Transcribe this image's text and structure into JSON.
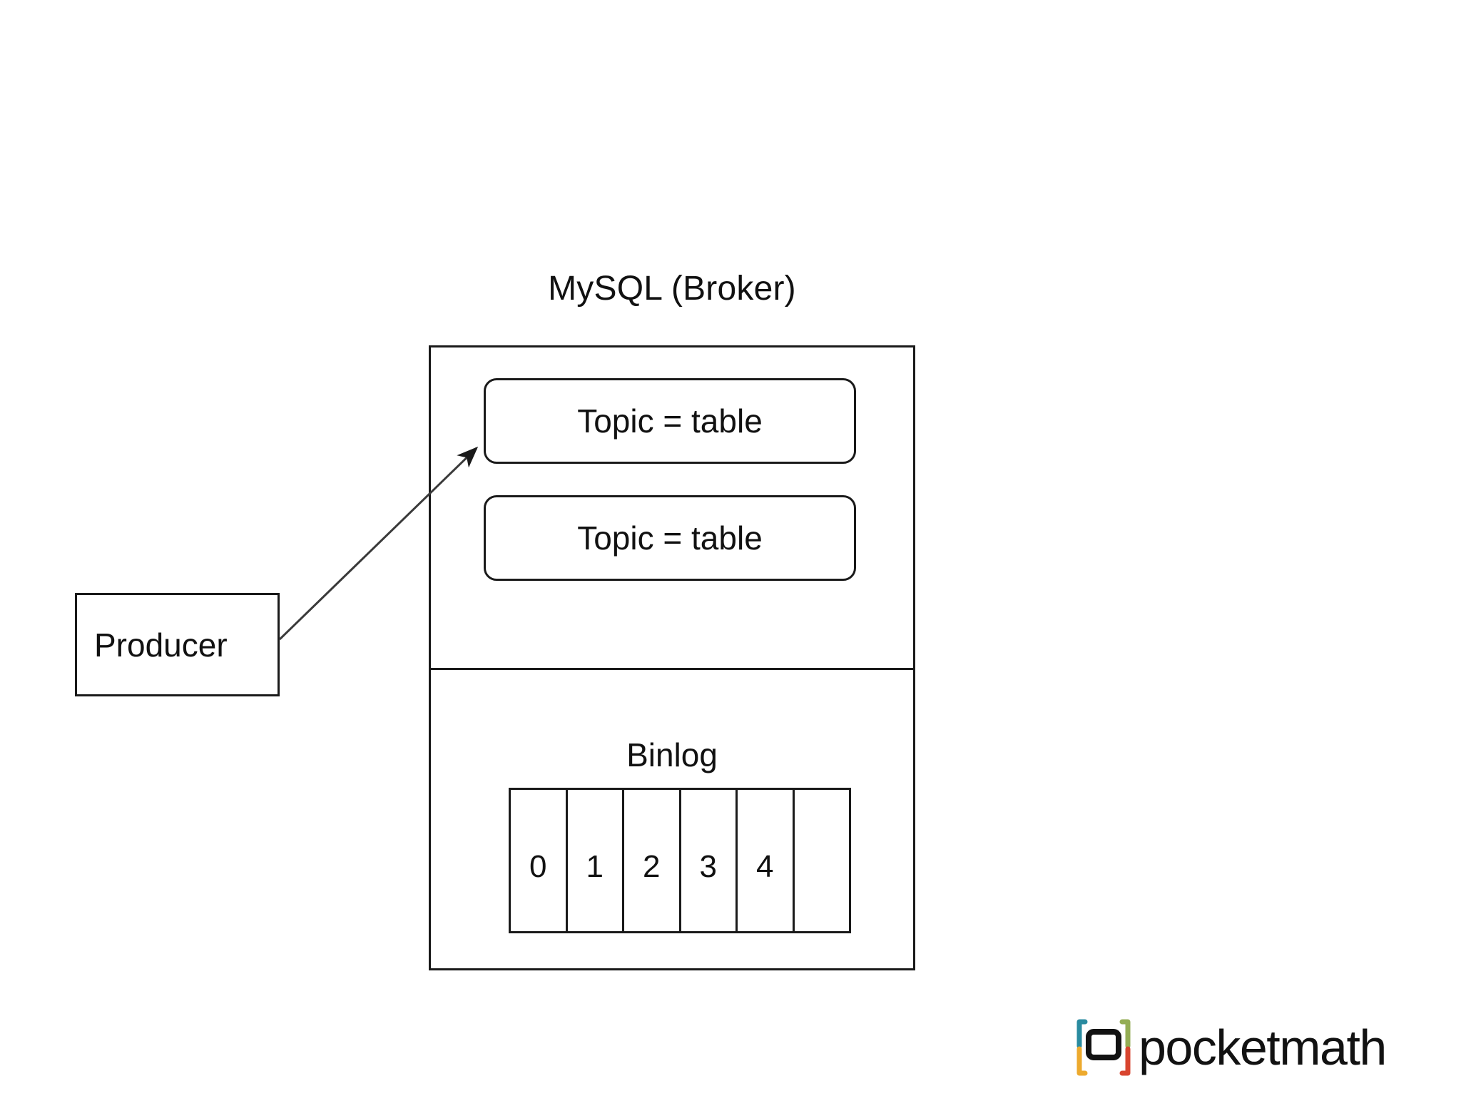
{
  "diagram": {
    "title": "MySQL (Broker)",
    "broker": {
      "label": "MySQL (Broker)",
      "topics": [
        {
          "label": "Topic = table"
        },
        {
          "label": "Topic = table"
        }
      ],
      "binlog": {
        "label": "Binlog",
        "cells": [
          "0",
          "1",
          "2",
          "3",
          "4",
          ""
        ]
      }
    },
    "producer": {
      "label": "Producer"
    },
    "connection": {
      "from": "producer",
      "to": "topic-1",
      "style": "arrow"
    }
  },
  "branding": {
    "wordmark": "pocketmath",
    "mark_icon": "pocketmath-bracket-icon",
    "colors": {
      "teal": "#2a8ba0",
      "yellow": "#edaa2e",
      "green": "#94ad54",
      "red": "#d8452f",
      "ink": "#121212"
    }
  },
  "style": {
    "stroke": "#1a1a1a",
    "background": "#ffffff",
    "text": "#111111"
  }
}
